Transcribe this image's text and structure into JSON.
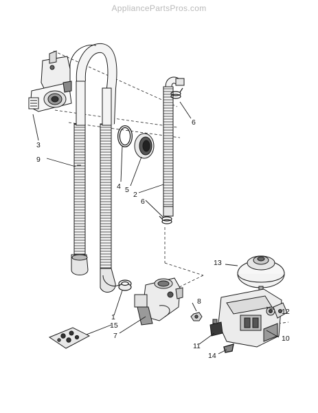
{
  "watermark": "AppliancePartsPros.com",
  "callouts": [
    "1",
    "2",
    "3",
    "4",
    "5",
    "6",
    "6",
    "7",
    "8",
    "9",
    "10",
    "11",
    "12",
    "13",
    "14",
    "15"
  ],
  "colors": {
    "line": "#1a1a1a",
    "hose_fill": "#f2f2f2",
    "shade": "#9a9a9a",
    "dark_part": "#3a3a3a",
    "watermark": "#b9b9b9"
  }
}
